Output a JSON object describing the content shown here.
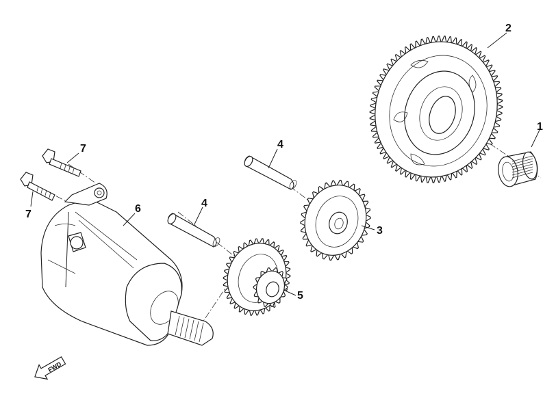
{
  "callouts": {
    "part_1": "1",
    "part_2": "2",
    "part_3": "3",
    "part_4_upper": "4",
    "part_4_lower": "4",
    "part_5": "5",
    "part_6": "6",
    "part_7_upper": "7",
    "part_7_lower": "7"
  },
  "fwd_arrow": {
    "label": "FWD"
  },
  "icons": {
    "bearing": "needle-bearing-icon",
    "ring_gear": "starter-ring-gear-icon",
    "idler_gear": "idler-gear-icon",
    "shaft": "pin-shaft-icon",
    "reduction_gear": "reduction-gear-icon",
    "motor": "starter-motor-icon",
    "bolt": "bolt-icon",
    "arrow": "fwd-arrow-icon"
  }
}
